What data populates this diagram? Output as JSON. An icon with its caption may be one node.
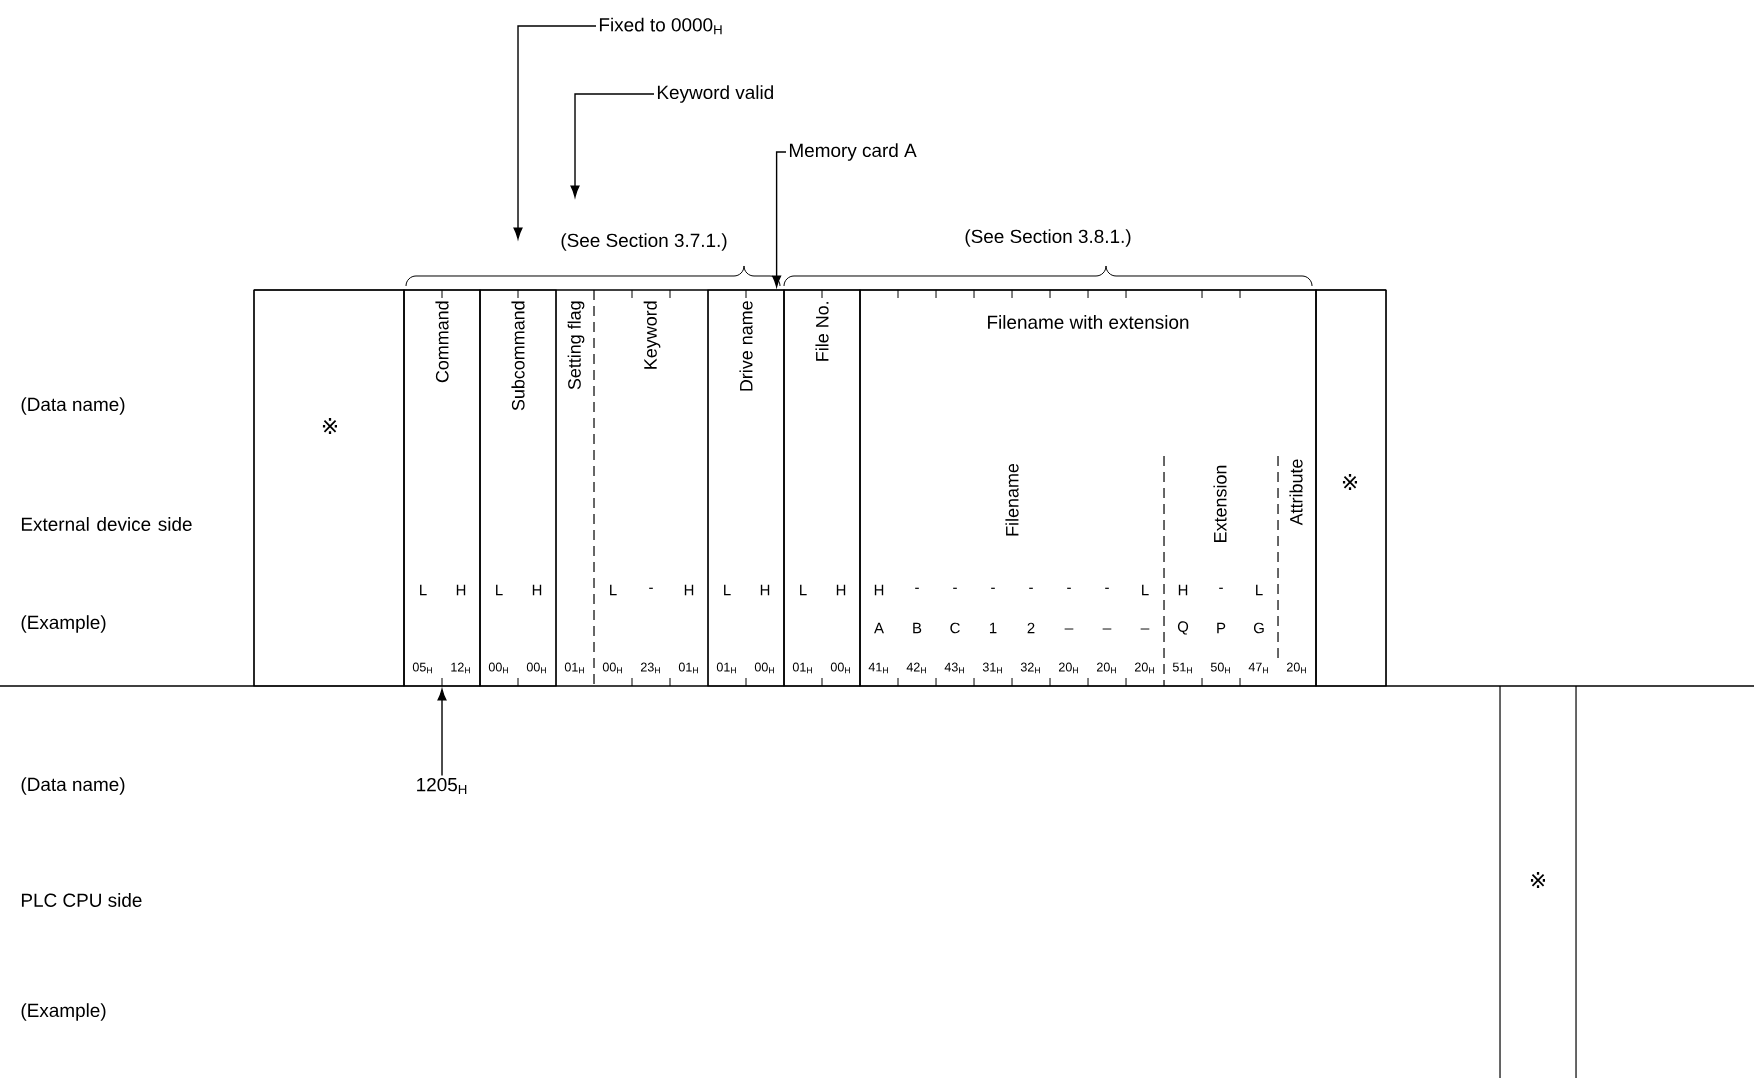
{
  "diagram": {
    "nodes": [
      {
        "text": [
          "※"
        ]
      },
      {
        "text": [
          "Command",
          "L",
          "H",
          "05$_{H}$",
          "12$_{H}$"
        ]
      },
      {
        "text": [
          "Subcommand",
          "L",
          "H",
          "00$_{H}$",
          "00$_{H}$"
        ]
      },
      {
        "text": [
          "Setting flag",
          "01$_{H}$"
        ]
      },
      {
        "text": [
          "Keyword",
          "L",
          "-",
          "H",
          "00$_{H}$",
          "23$_{H}$",
          "01$_{H}$"
        ]
      },
      {
        "text": [
          "Drive name",
          "L",
          "H",
          "01$_{H}$",
          "00$_{H}$"
        ]
      },
      {
        "text": [
          "File No.",
          "L",
          "H",
          "01$_{H}$",
          "00$_{H}$"
        ]
      },
      {
        "text": [
          "Filename with extension"
        ]
      },
      {
        "text": [
          "Filename",
          "H",
          "-",
          "-",
          "-",
          "-",
          "-",
          "-",
          "L",
          "A",
          "B",
          "C",
          "1",
          "2",
          "_",
          "_",
          "_",
          "41$_{H}$",
          "42$_{H}$",
          "43$_{H}$",
          "31$_{H}$",
          "32$_{H}$",
          "20$_{H}$",
          "20$_{H}$",
          "20$_{H}$"
        ],
        "in": 7
      },
      {
        "text": [
          "Extension",
          "H",
          "-",
          "L",
          "Q",
          "P",
          "G",
          "51$_{H}$",
          "50$_{H}$",
          "47$_{H}$"
        ],
        "in": 7
      },
      {
        "text": [
          "Attribute",
          "20$_{H}$"
        ],
        "in": 7
      },
      {
        "text": [
          "※"
        ]
      },
      {
        "text": [
          "※"
        ]
      },
      {
        "text": [
          "Fixed to 0000$_{H}$"
        ]
      },
      {
        "text": [
          "Keyword valid"
        ]
      },
      {
        "text": [
          "Memory card A"
        ]
      },
      {
        "text": [
          "1205$_{H}$"
        ]
      }
    ],
    "edges": [
      {
        "from": 13,
        "to": 2,
        "arrow": "to"
      },
      {
        "from": 14,
        "to": 3,
        "arrow": "to"
      },
      {
        "from": 15,
        "to": 5,
        "arrow": "to"
      },
      {
        "from": 16,
        "to": 1,
        "arrow": "to"
      }
    ],
    "labels": [
      "(See Section 3.7.1.)",
      "(See Section 3.8.1.)",
      "(Data name)",
      "External device side",
      "(Example)",
      "(Data name)",
      "PLC CPU side",
      "(Example)"
    ]
  }
}
